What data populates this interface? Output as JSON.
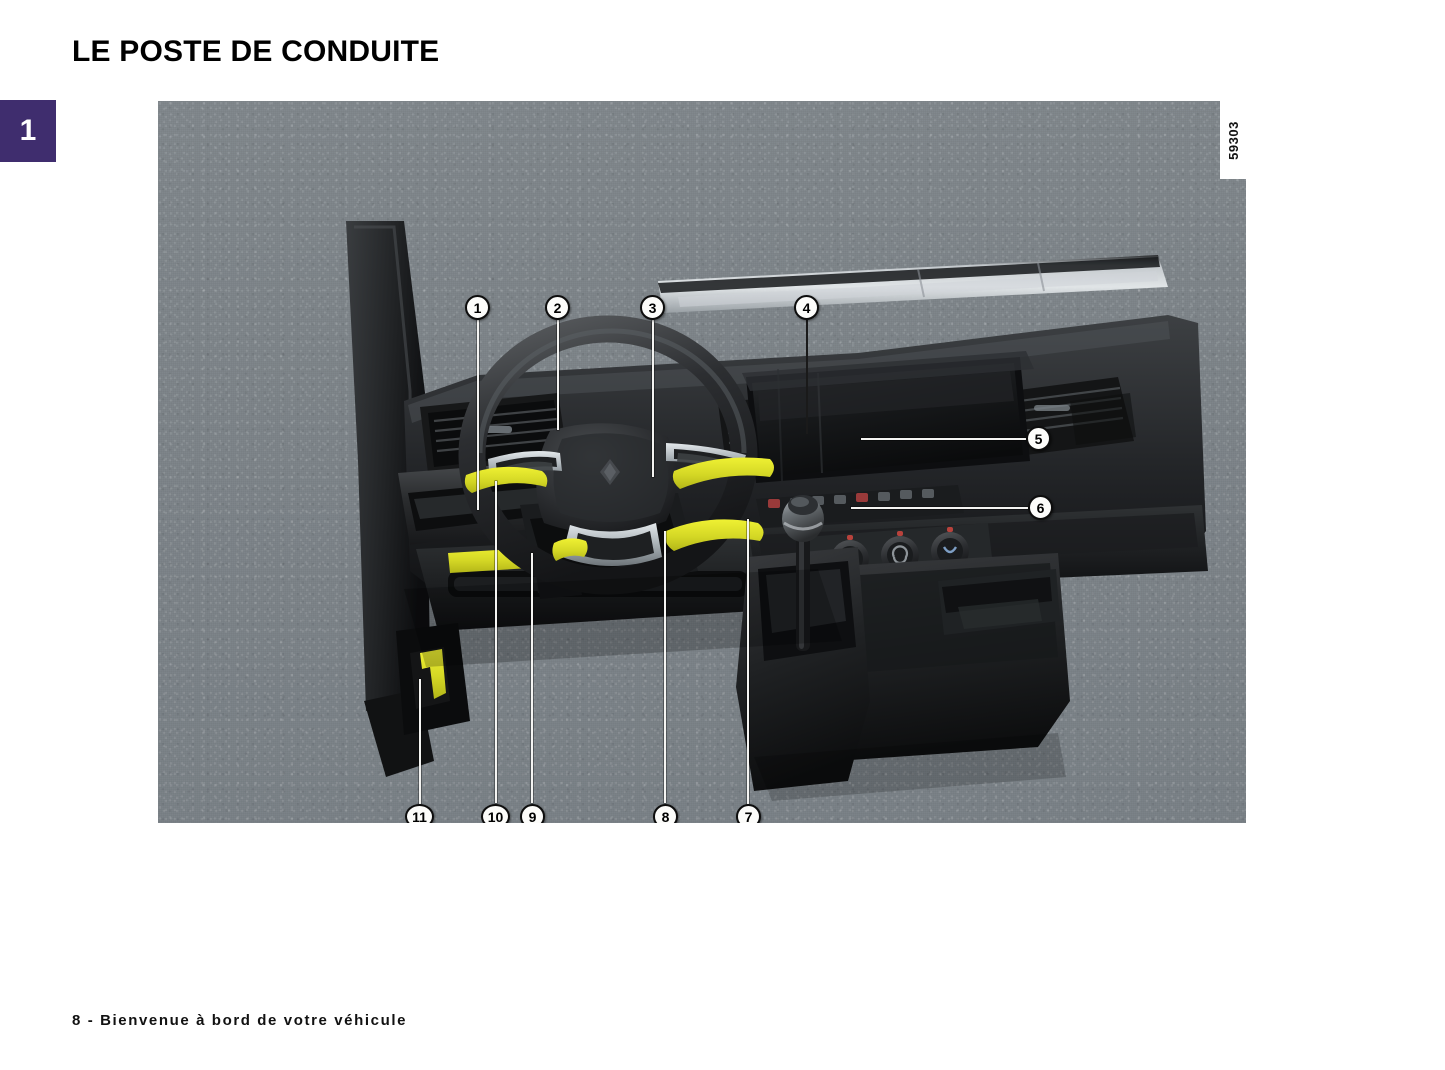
{
  "page": {
    "title": "LE POSTE DE CONDUITE",
    "chapter_number": "1",
    "chapter_tab_color": "#3f2d6e",
    "footer": "8 - Bienvenue à bord de votre véhicule",
    "background_color": "#ffffff"
  },
  "figure": {
    "reference": "59303",
    "background_color": "#7c8388",
    "subject": "driver-cockpit-dashboard",
    "highlight_color": "#d9dc29",
    "callouts": [
      {
        "id": "1",
        "label": "1",
        "target": "steering-wheel-left-control-stalk"
      },
      {
        "id": "2",
        "label": "2",
        "target": "instrument-panel-display"
      },
      {
        "id": "3",
        "label": "3",
        "target": "steering-wheel-right-control-stalk"
      },
      {
        "id": "4",
        "label": "4",
        "target": "multimedia-touchscreen"
      },
      {
        "id": "5",
        "label": "5",
        "target": "heating-ventilation-controls"
      },
      {
        "id": "6",
        "label": "6",
        "target": "storage-compartment"
      },
      {
        "id": "7",
        "label": "7",
        "target": "gear-lever"
      },
      {
        "id": "8",
        "label": "8",
        "target": "wiper-stalk"
      },
      {
        "id": "9",
        "label": "9",
        "target": "horn-airbag-centre"
      },
      {
        "id": "10",
        "label": "10",
        "target": "steering-wheel-button-panel"
      },
      {
        "id": "11",
        "label": "11",
        "target": "bonnet-release-lever"
      }
    ]
  }
}
